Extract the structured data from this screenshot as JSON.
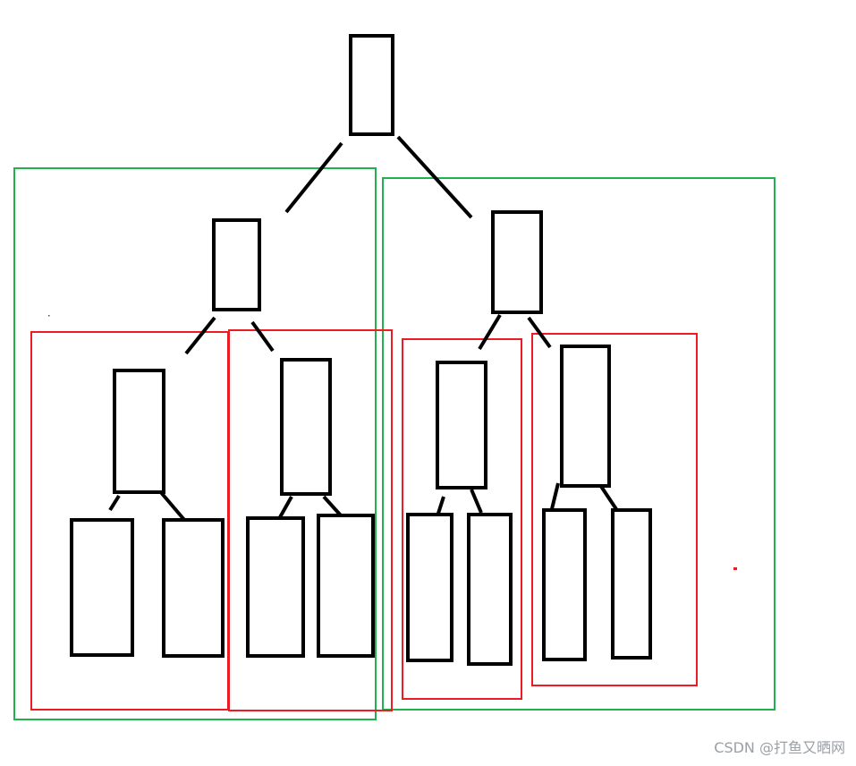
{
  "watermark": "CSDN @打鱼又晒网",
  "colors": {
    "node_stroke": "#000000",
    "edge": "#000000",
    "group_outer": "#22b14c",
    "group_inner": "#ed1c24",
    "background": "#ffffff"
  },
  "tree": {
    "nodes": [
      {
        "id": "root",
        "level": 0
      },
      {
        "id": "L",
        "level": 1,
        "parent": "root"
      },
      {
        "id": "R",
        "level": 1,
        "parent": "root"
      },
      {
        "id": "LL",
        "level": 2,
        "parent": "L"
      },
      {
        "id": "LR",
        "level": 2,
        "parent": "L"
      },
      {
        "id": "RL",
        "level": 2,
        "parent": "R"
      },
      {
        "id": "RR",
        "level": 2,
        "parent": "R"
      },
      {
        "id": "LLL",
        "level": 3,
        "parent": "LL"
      },
      {
        "id": "LLR",
        "level": 3,
        "parent": "LL"
      },
      {
        "id": "LRL",
        "level": 3,
        "parent": "LR"
      },
      {
        "id": "LRR",
        "level": 3,
        "parent": "LR"
      },
      {
        "id": "RLL",
        "level": 3,
        "parent": "RL"
      },
      {
        "id": "RLR",
        "level": 3,
        "parent": "RL"
      },
      {
        "id": "RRL",
        "level": 3,
        "parent": "RR"
      },
      {
        "id": "RRR",
        "level": 3,
        "parent": "RR"
      }
    ],
    "groups": [
      {
        "id": "left-subtree",
        "color": "group_outer",
        "contains": "L"
      },
      {
        "id": "right-subtree",
        "color": "group_outer",
        "contains": "R"
      },
      {
        "id": "LL-subtree",
        "color": "group_inner",
        "contains": "LL"
      },
      {
        "id": "LR-subtree",
        "color": "group_inner",
        "contains": "LR"
      },
      {
        "id": "RL-subtree",
        "color": "group_inner",
        "contains": "RL"
      },
      {
        "id": "RR-subtree",
        "color": "group_inner",
        "contains": "RR"
      }
    ]
  }
}
